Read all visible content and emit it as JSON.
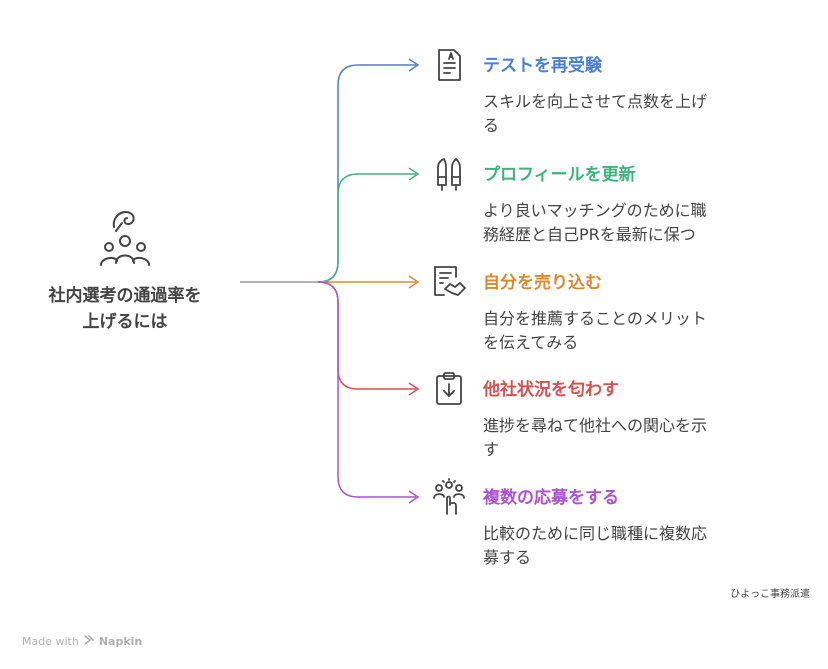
{
  "root": {
    "title_line1": "社内選考の通過率を",
    "title_line2": "上げるには",
    "icon": "people-group-icon"
  },
  "branches": [
    {
      "title": "テストを再受験",
      "desc_line1": "スキルを向上させて点数を上げ",
      "desc_line2": "る",
      "color": "#4a7fd6",
      "icon": "document-icon"
    },
    {
      "title": "プロフィールを更新",
      "desc_line1": "より良いマッチングのために職",
      "desc_line2": "務経歴と自己PRを最新に保つ",
      "color": "#3db57a",
      "icon": "pen-brush-icon"
    },
    {
      "title": "自分を売り込む",
      "desc_line1": "自分を推薦することのメリット",
      "desc_line2": "を伝えてみる",
      "color": "#d98a2b",
      "icon": "contract-handshake-icon"
    },
    {
      "title": "他社状況を匂わす",
      "desc_line1": "進捗を尋ねて他社への関心を示",
      "desc_line2": "す",
      "color": "#d94f4f",
      "icon": "clipboard-download-icon"
    },
    {
      "title": "複数の応募をする",
      "desc_line1": "比較のために同じ職種に複数応",
      "desc_line2": "募する",
      "color": "#b04fd9",
      "icon": "raise-hand-group-icon"
    }
  ],
  "credit": "ひよっこ事務派遣",
  "watermark": {
    "prefix": "Made with",
    "brand": "Napkin"
  },
  "colors": {
    "trunk": "#999999",
    "text": "#444444"
  }
}
